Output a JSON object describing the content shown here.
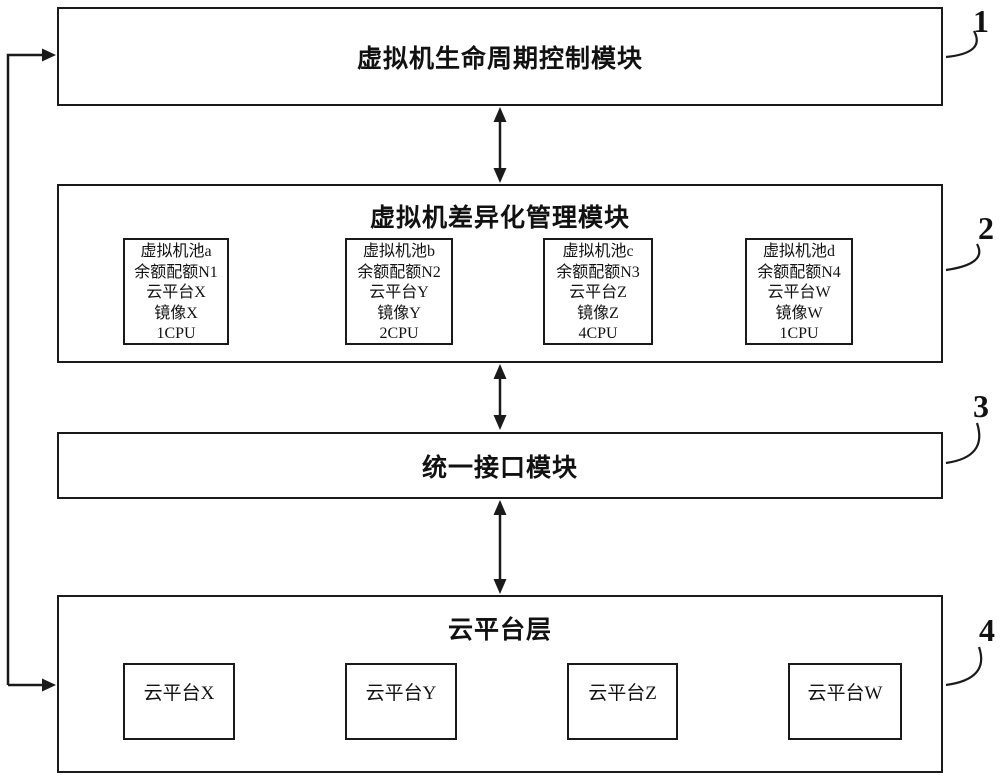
{
  "modules": {
    "lifecycle": {
      "title": "虚拟机生命周期控制模块",
      "ref": "1"
    },
    "differentiation": {
      "title": "虚拟机差异化管理模块",
      "ref": "2",
      "pools": [
        {
          "lines": [
            "虚拟机池a",
            "余额配额N1",
            "云平台X",
            "镜像X",
            "1CPU"
          ]
        },
        {
          "lines": [
            "虚拟机池b",
            "余额配额N2",
            "云平台Y",
            "镜像Y",
            "2CPU"
          ]
        },
        {
          "lines": [
            "虚拟机池c",
            "余额配额N3",
            "云平台Z",
            "镜像Z",
            "4CPU"
          ]
        },
        {
          "lines": [
            "虚拟机池d",
            "余额配额N4",
            "云平台W",
            "镜像W",
            "1CPU"
          ]
        }
      ]
    },
    "interface": {
      "title": "统一接口模块",
      "ref": "3"
    },
    "cloud": {
      "title": "云平台层",
      "ref": "4",
      "platforms": [
        "云平台X",
        "云平台Y",
        "云平台Z",
        "云平台W"
      ]
    }
  },
  "colors": {
    "line": "#1a1a1a",
    "background": "#ffffff"
  }
}
